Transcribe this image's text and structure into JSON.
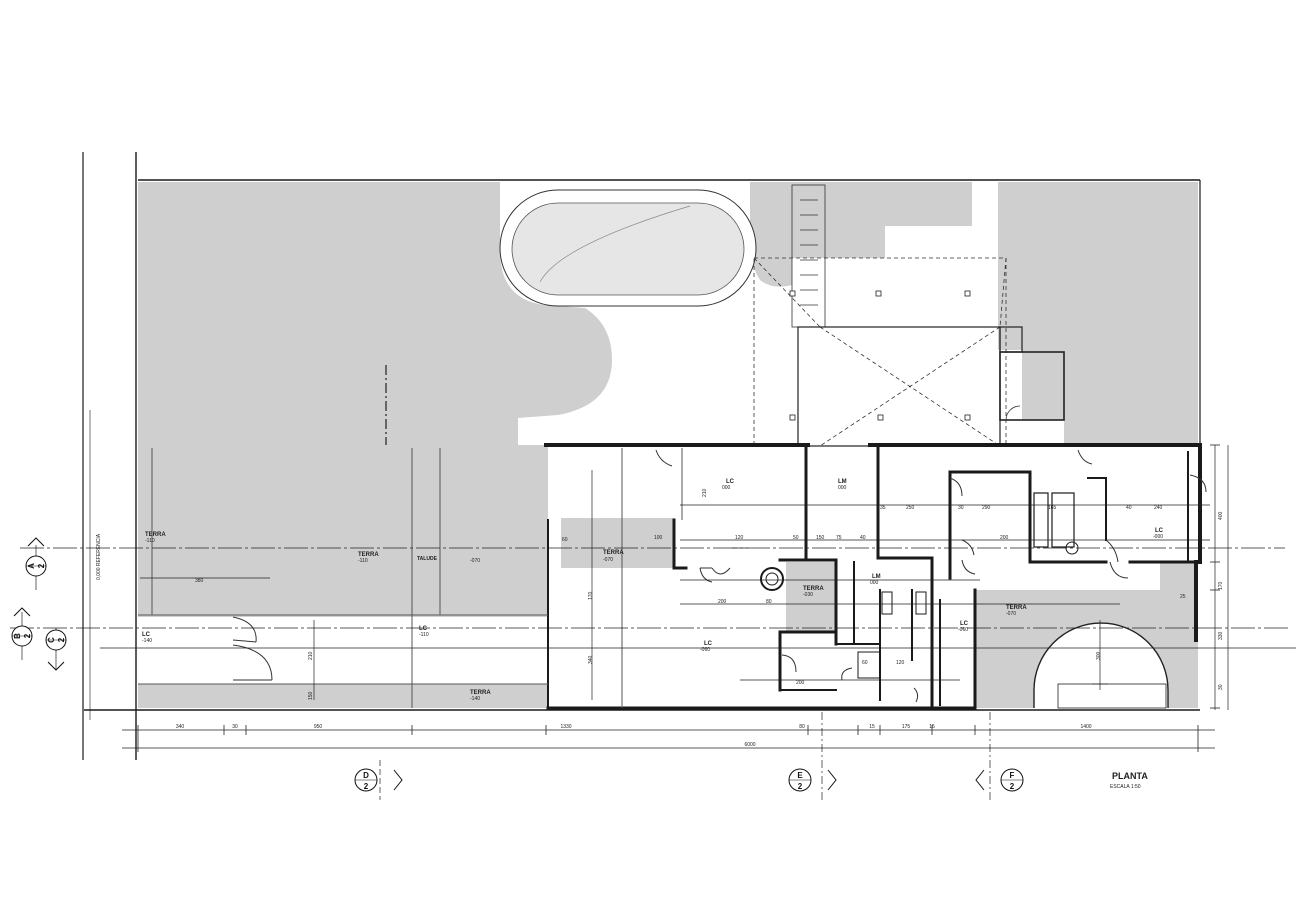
{
  "title": {
    "main": "PLANTA",
    "scale": "ESCALA 1:50"
  },
  "colors": {
    "hatch": "#cfcfcf",
    "line": "#1a1a1a",
    "pool": "#e6e6e6",
    "paper": "#ffffff"
  },
  "side_note": "0,000 REFERENCIA",
  "rooms": {
    "terra_big": "TERRA",
    "terra_big_lvl": "-110",
    "terra_mid_lvl": "-070",
    "talude": "TALUDE",
    "terrace_left": "TERRA",
    "terrace_left_lvl": "-110",
    "terra_small": "TERRA",
    "terra_small_lvl": "-070",
    "lc1": "LC",
    "lc1_lvl": "-140",
    "lc2": "LC",
    "lc2_lvl": "-110",
    "terra_bottom": "TERRA",
    "terra_bottom_lvl": "-140",
    "lc3": "LC",
    "lc3_lvl": "-060",
    "lm1": "LM",
    "lm1_lvl": "000",
    "terra_core": "TERRA",
    "terra_core_lvl": "-030",
    "lm2": "LM",
    "lm2_lvl": "000",
    "lc4": "LC",
    "lc4_lvl": "-060",
    "lc5": "LC",
    "lc5_lvl": "000",
    "terra_right": "TERRA",
    "terra_right_lvl": "-070",
    "lc6": "LC",
    "lc6_lvl": "-000"
  },
  "bubbles": {
    "a": "A",
    "a_sub": "2",
    "b": "B",
    "b_sub": "2",
    "c": "C",
    "c_sub": "2",
    "d": "D",
    "d_sub": "2",
    "e": "E",
    "e_sub": "2",
    "f": "F",
    "f_sub": "2"
  },
  "dims": {
    "bottom_total": "6000",
    "b1": "340",
    "b2": "30",
    "b3": "950",
    "b4": "1330",
    "b5": "80",
    "b6": "15",
    "b7": "175",
    "b8": "15",
    "b9": "1400",
    "r1": "400",
    "r2": "170",
    "r3": "330",
    "r4": "30",
    "m1": "100",
    "m2": "120",
    "m3": "50",
    "m4": "150",
    "m5": "60",
    "m6": "200",
    "m7": "80",
    "m8": "75",
    "m9": "40",
    "m10": "290",
    "m11": "30",
    "m12": "210",
    "m13": "35",
    "m14": "250",
    "m15": "200",
    "m16": "170",
    "m17": "340",
    "m18": "380",
    "m19": "210",
    "m20": "150",
    "m21": "200",
    "m22": "60",
    "m23": "120",
    "m24": "240",
    "m25": "300",
    "m26": "25",
    "m27": "165",
    "m28": "40"
  }
}
